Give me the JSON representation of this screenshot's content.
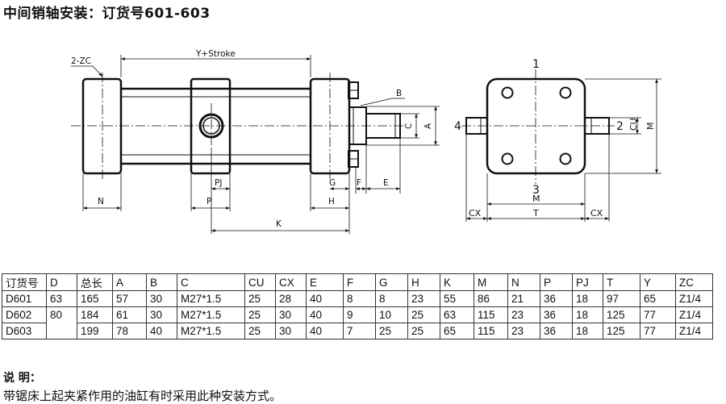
{
  "title": "中间销轴安装：订货号601-603",
  "drawing": {
    "side_labels": {
      "zc": "2-ZC",
      "stroke": "Y+Stroke",
      "b": "B",
      "c": "C",
      "a": "A",
      "n": "N",
      "pj": "PJ",
      "p": "P",
      "g": "G",
      "f": "F",
      "e": "E",
      "h": "H",
      "k": "K"
    },
    "end_labels": {
      "one": "1",
      "two": "2",
      "three": "3",
      "four": "4",
      "cu": "CU",
      "m_side": "M",
      "m_bottom": "M",
      "t": "T",
      "cx_left": "CX",
      "cx_right": "CX"
    }
  },
  "table": {
    "header": [
      "订货号",
      "D",
      "总长",
      "A",
      "B",
      "C",
      "CU",
      "CX",
      "E",
      "F",
      "G",
      "H",
      "K",
      "M",
      "N",
      "P",
      "PJ",
      "T",
      "Y",
      "ZC"
    ],
    "rows": [
      [
        "D601",
        "63",
        "165",
        "57",
        "30",
        "M27*1.5",
        "25",
        "28",
        "40",
        "8",
        "8",
        "23",
        "55",
        "86",
        "21",
        "36",
        "18",
        "97",
        "65",
        "Z1/4"
      ],
      [
        "D602",
        "80",
        "184",
        "61",
        "30",
        "M27*1.5",
        "25",
        "30",
        "40",
        "9",
        "10",
        "25",
        "63",
        "115",
        "23",
        "36",
        "18",
        "125",
        "77",
        "Z1/4"
      ],
      [
        "D603",
        "",
        "199",
        "78",
        "40",
        "M27*1.5",
        "25",
        "30",
        "40",
        "7",
        "25",
        "25",
        "65",
        "115",
        "23",
        "36",
        "18",
        "125",
        "77",
        "Z1/4"
      ]
    ]
  },
  "notes": {
    "heading": "说 明：",
    "body": "带锯床上起夹紧作用的油缸有时采用此种安装方式。"
  }
}
